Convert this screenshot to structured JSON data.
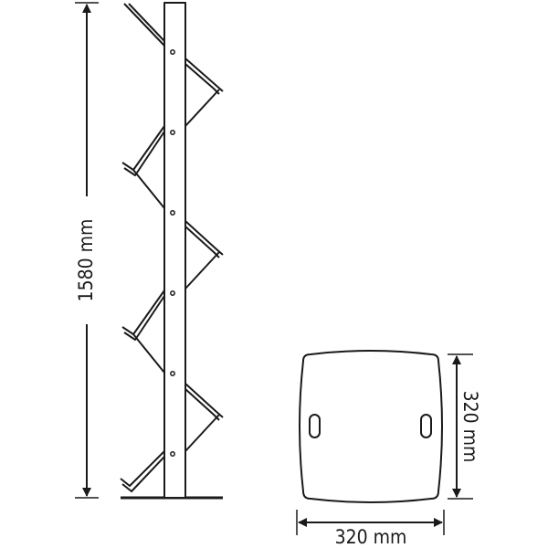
{
  "drawing": {
    "stroke_color": "#1a1a1a",
    "background": "#ffffff"
  },
  "dimensions": {
    "height_label": "1580 mm",
    "base_width_label": "320 mm",
    "base_depth_label": "320 mm"
  }
}
